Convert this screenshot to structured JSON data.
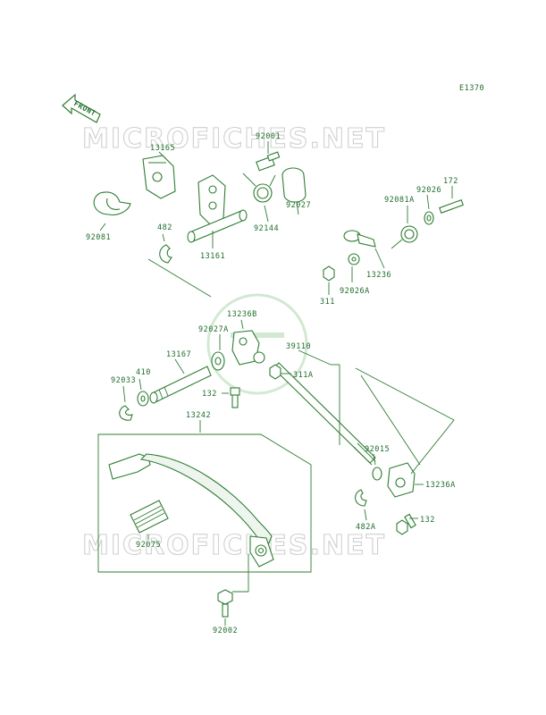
{
  "diagram_code": "E1370",
  "direction_label": "FRONT",
  "watermark_text": "MICROFICHES.NET",
  "colors": {
    "line": "#2e7d32",
    "label": "#1f6d2a",
    "watermark": "#d0d0d0"
  },
  "parts": {
    "p13165": "13165",
    "p92081": "92081",
    "p482": "482",
    "p13161": "13161",
    "p92001": "92001",
    "p92144": "92144",
    "p92027": "92027",
    "p92081A": "92081A",
    "p92026": "92026",
    "p172": "172",
    "p13236": "13236",
    "p311": "311",
    "p92026A": "92026A",
    "p13236B": "13236B",
    "p92027A": "92027A",
    "p39110": "39110",
    "p311A": "311A",
    "p13167": "13167",
    "p410": "410",
    "p92033": "92033",
    "p132a": "132",
    "p13242": "13242",
    "p92015": "92015",
    "p13236A": "13236A",
    "p482A": "482A",
    "p132b": "132",
    "p92075": "92075",
    "p92002": "92002"
  }
}
